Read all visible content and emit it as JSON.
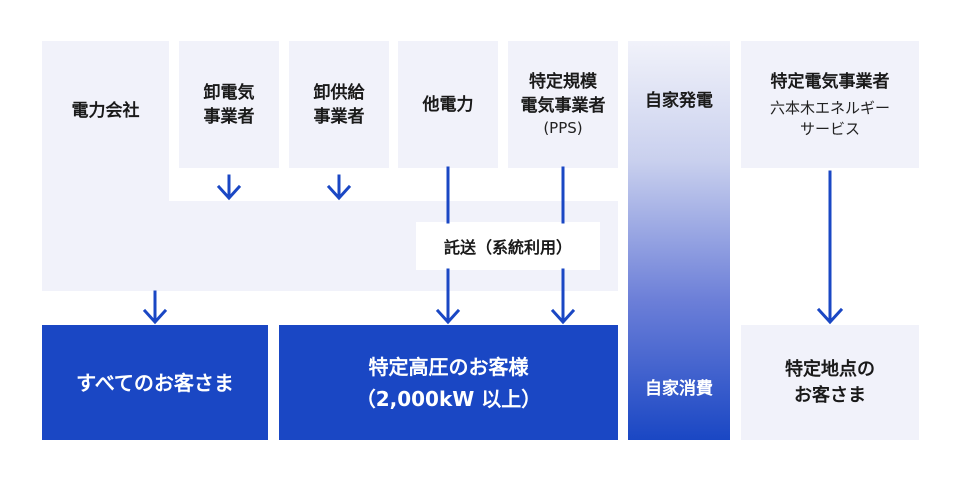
{
  "sources": {
    "utility": "電力会社",
    "wholesale_electric": [
      "卸電気",
      "事業者"
    ],
    "wholesale_supply": [
      "卸供給",
      "事業者"
    ],
    "other_utility": "他電力",
    "pps": [
      "特定規模",
      "電気事業者",
      "(PPS)"
    ]
  },
  "wheeling": "託送（系統利用）",
  "destinations": {
    "all_customers": "すべてのお客さま",
    "high_voltage": [
      "特定高圧のお客様",
      "（2,000kW 以上）"
    ]
  },
  "self_generation": {
    "top": "自家発電",
    "bottom": "自家消費"
  },
  "specific": {
    "supplier_title": "特定電気事業者",
    "supplier_name": [
      "六本木エネルギー",
      "サービス"
    ],
    "customer": [
      "特定地点の",
      "お客さま"
    ]
  },
  "colors": {
    "light_box": "#f1f2fa",
    "dark_box": "#1a47c4",
    "arrow": "#1a47c4"
  }
}
